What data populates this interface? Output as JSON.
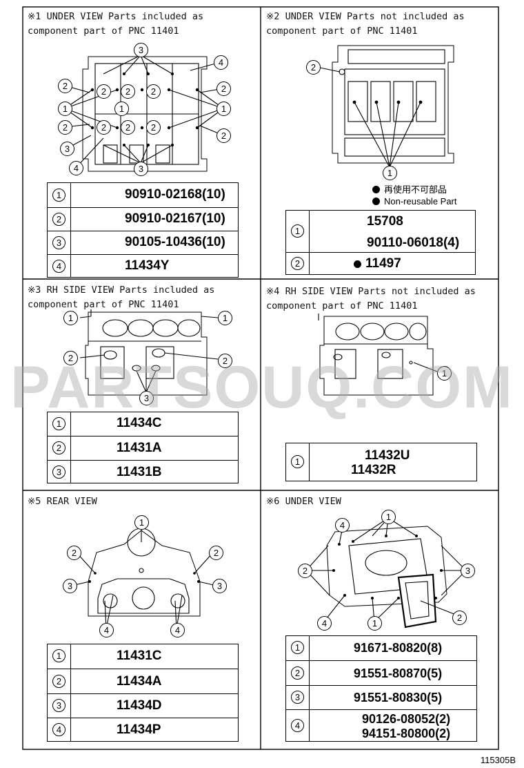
{
  "panels": [
    {
      "caption": "※1 UNDER VIEW Parts included as\ncomponent part of PNC 11401",
      "callouts": [
        "1",
        "2",
        "3",
        "4"
      ],
      "parts": [
        {
          "num": "1",
          "pn": "90910-02168(10)"
        },
        {
          "num": "2",
          "pn": "90910-02167(10)"
        },
        {
          "num": "3",
          "pn": "90105-10436(10)"
        },
        {
          "num": "4",
          "pn": "11434Y"
        }
      ]
    },
    {
      "caption": "※2 UNDER VIEW Parts not included as\ncomponent part of PNC 11401",
      "callouts": [
        "1",
        "2"
      ],
      "legend": [
        {
          "text": "再使用不可部品"
        },
        {
          "text": "Non-reusable Part"
        }
      ],
      "parts": [
        {
          "num": "1",
          "pn": "15708",
          "pn2": "90110-06018(4)"
        },
        {
          "num": "2",
          "pn": "11497"
        }
      ]
    },
    {
      "caption": "※3 RH SIDE VIEW Parts included as\ncomponent part of PNC 11401",
      "callouts": [
        "1",
        "2",
        "3"
      ],
      "parts": [
        {
          "num": "1",
          "pn": "11434C"
        },
        {
          "num": "2",
          "pn": "11431A"
        },
        {
          "num": "3",
          "pn": "11431B"
        }
      ]
    },
    {
      "caption": "※4 RH SIDE VIEW Parts not included as\ncomponent part of PNC 11401",
      "callouts": [
        "1"
      ],
      "parts": [
        {
          "num": "1",
          "pn": "11432U",
          "pn2": "11432R"
        }
      ]
    },
    {
      "caption": "※5 REAR VIEW",
      "callouts": [
        "1",
        "2",
        "3",
        "4"
      ],
      "parts": [
        {
          "num": "1",
          "pn": "11431C"
        },
        {
          "num": "2",
          "pn": "11434A"
        },
        {
          "num": "3",
          "pn": "11434D"
        },
        {
          "num": "4",
          "pn": "11434P"
        }
      ]
    },
    {
      "caption": "※6 UNDER VIEW",
      "callouts": [
        "1",
        "2",
        "3",
        "4"
      ],
      "parts": [
        {
          "num": "1",
          "pn": "91671-80820(8)"
        },
        {
          "num": "2",
          "pn": "91551-80870(5)"
        },
        {
          "num": "3",
          "pn": "91551-80830(5)"
        },
        {
          "num": "4",
          "pn": "90126-08052(2)",
          "pn2": "94151-80800(2)"
        }
      ]
    }
  ],
  "watermark": "PARTSOUQ.COM",
  "drawing_code": "115305B"
}
